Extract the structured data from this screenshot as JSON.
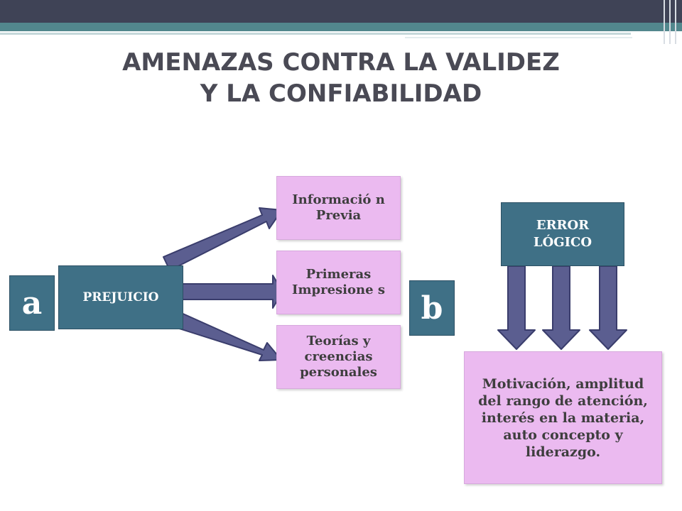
{
  "title_lines": [
    "AMENAZAS CONTRA LA VALIDEZ",
    "Y LA CONFIABILIDAD"
  ],
  "colors": {
    "dark_box": "#3f7086",
    "pink_box": "#ebbaf0",
    "arrow_fill": "#5b5e90",
    "arrow_stroke": "#3a3d6c",
    "title_text": "#4a4a55"
  },
  "part_a": {
    "letter": "a",
    "source": "PREJUICIO",
    "targets": [
      "Informació n Previa",
      "Primeras Impresione s",
      "Teorías y creencias personales"
    ]
  },
  "part_b": {
    "letter": "b",
    "source": "ERROR LÓGICO",
    "target": "Motivación, amplitud del rango de atención, interés en la materia, auto concepto y liderazgo."
  }
}
